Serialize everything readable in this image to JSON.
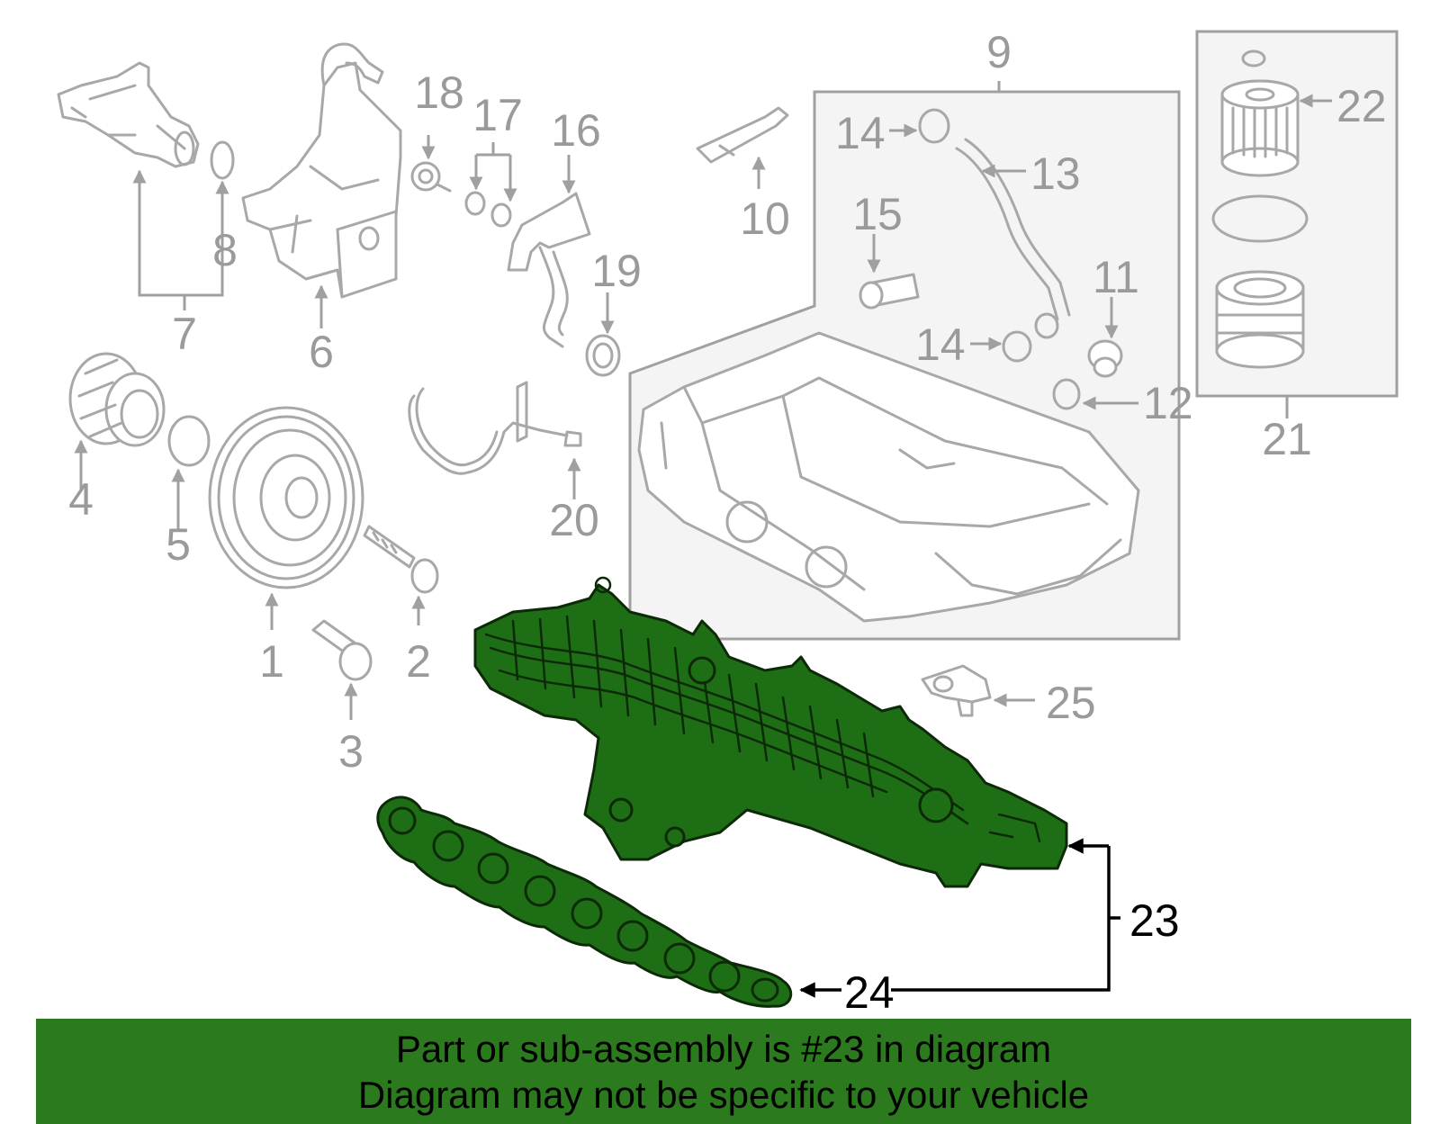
{
  "callouts": {
    "c1": "1",
    "c2": "2",
    "c3": "3",
    "c4": "4",
    "c5": "5",
    "c6": "6",
    "c7": "7",
    "c8": "8",
    "c9": "9",
    "c10": "10",
    "c11": "11",
    "c12": "12",
    "c13": "13",
    "c14a": "14",
    "c14b": "14",
    "c15": "15",
    "c16": "16",
    "c17": "17",
    "c18": "18",
    "c19": "19",
    "c20": "20",
    "c21": "21",
    "c22": "22",
    "c23": "23",
    "c24": "24",
    "c25": "25"
  },
  "highlight": {
    "part_number": "23",
    "color": "#1e6e16"
  },
  "banner": {
    "line1": "Part or sub-assembly is #23 in diagram",
    "line2": "Diagram may not be specific to your vehicle",
    "color": "#2c7a1e"
  }
}
